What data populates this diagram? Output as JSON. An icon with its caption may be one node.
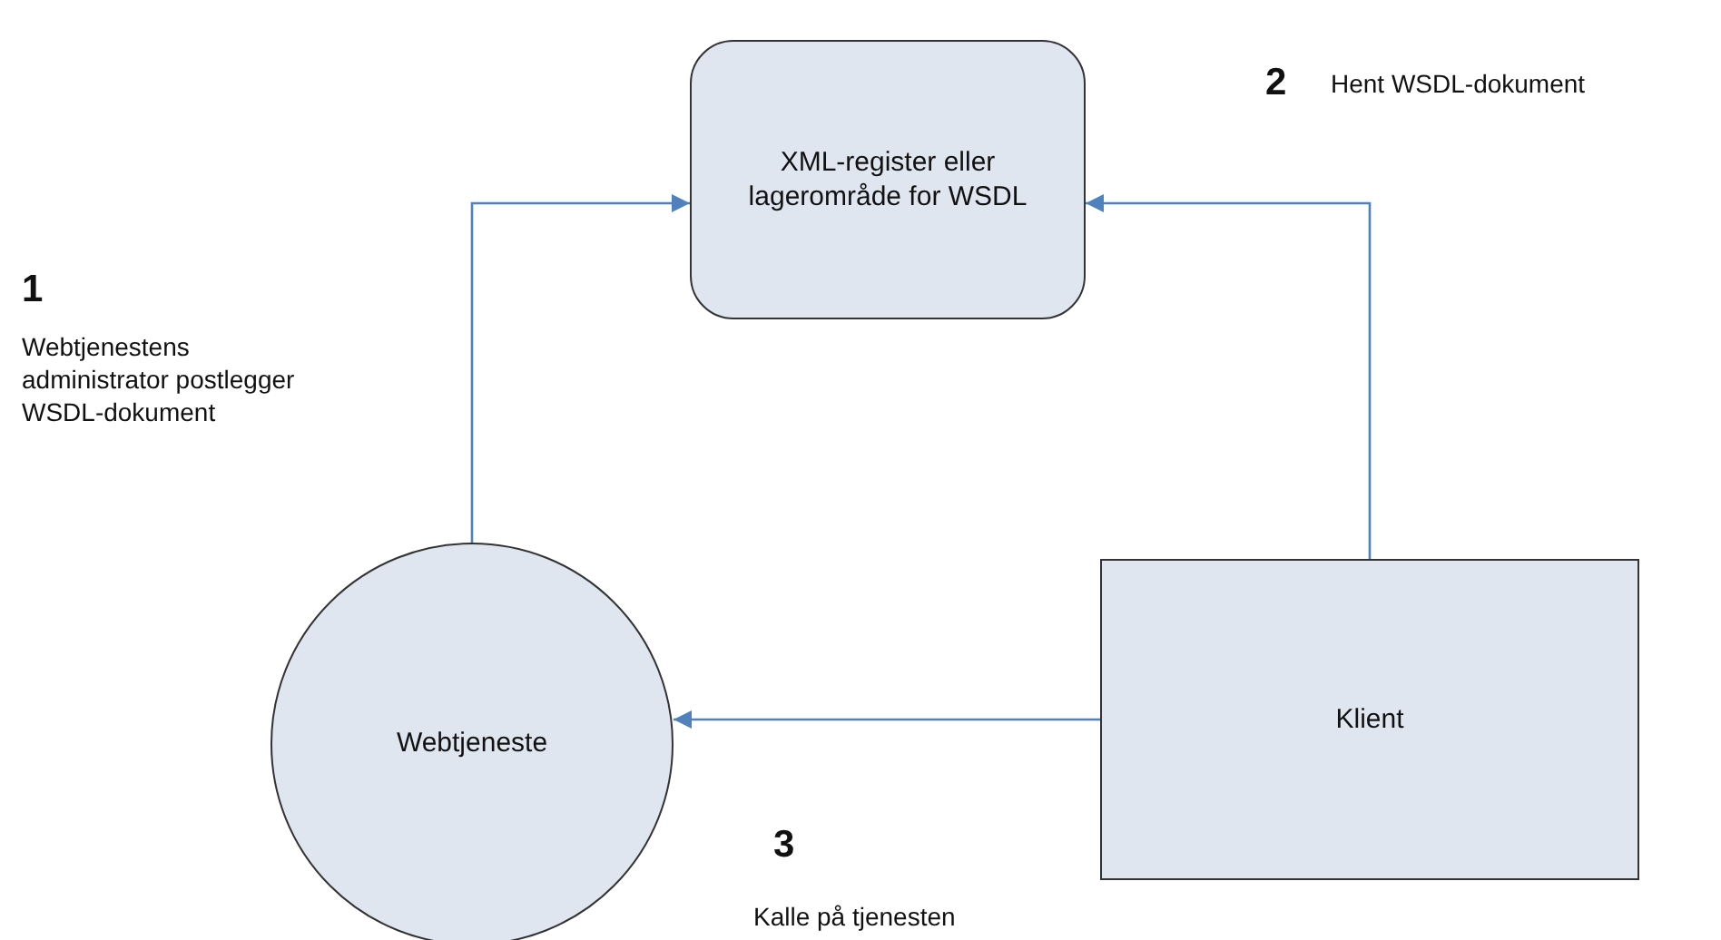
{
  "diagram": {
    "nodes": [
      {
        "text": [
          "XML-register eller lagerområde for WSDL"
        ]
      },
      {
        "text": [
          "Webtjeneste"
        ]
      },
      {
        "text": [
          "Klient"
        ]
      }
    ],
    "edges": [
      {
        "from": 1,
        "to": 0,
        "arrow": "to"
      },
      {
        "from": 2,
        "to": 0,
        "arrow": "to"
      },
      {
        "from": 2,
        "to": 1,
        "arrow": "to"
      }
    ],
    "labels": [
      "1",
      "Webtjenestens administrator postlegger WSDL-dokument",
      "2",
      "Hent WSDL-dokument",
      "3",
      "Kalle på tjenesten"
    ]
  }
}
